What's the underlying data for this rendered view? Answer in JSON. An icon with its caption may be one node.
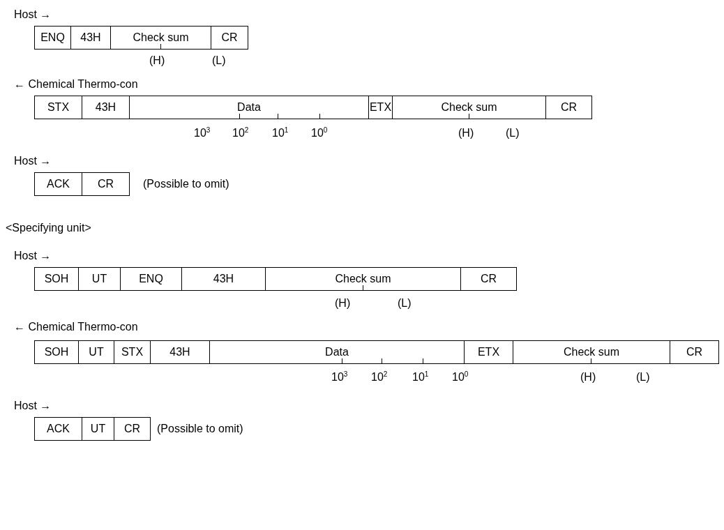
{
  "diagram": {
    "nodes": [
      {
        "text": [
          "ENQ"
        ]
      },
      {
        "text": [
          "43H"
        ]
      },
      {
        "text": [
          "Check sum"
        ]
      },
      {
        "text": [
          "CR"
        ]
      },
      {
        "text": [
          "STX"
        ]
      },
      {
        "text": [
          "43H"
        ]
      },
      {
        "text": [
          "Data"
        ]
      },
      {
        "text": [
          "ETX"
        ]
      },
      {
        "text": [
          "Check sum"
        ]
      },
      {
        "text": [
          "CR"
        ]
      },
      {
        "text": [
          "ACK"
        ]
      },
      {
        "text": [
          "CR"
        ]
      },
      {
        "text": [
          "SOH"
        ]
      },
      {
        "text": [
          "UT"
        ]
      },
      {
        "text": [
          "ENQ"
        ]
      },
      {
        "text": [
          "43H"
        ]
      },
      {
        "text": [
          "Check sum"
        ]
      },
      {
        "text": [
          "CR"
        ]
      },
      {
        "text": [
          "SOH"
        ]
      },
      {
        "text": [
          "UT"
        ]
      },
      {
        "text": [
          "STX"
        ]
      },
      {
        "text": [
          "43H"
        ]
      },
      {
        "text": [
          "Data"
        ]
      },
      {
        "text": [
          "ETX"
        ]
      },
      {
        "text": [
          "Check sum"
        ]
      },
      {
        "text": [
          "CR"
        ]
      },
      {
        "text": [
          "ACK"
        ]
      },
      {
        "text": [
          "UT"
        ]
      },
      {
        "text": [
          "CR"
        ]
      }
    ],
    "labels": [
      "Host →",
      "(H)",
      "(L)",
      "← Chemical Thermo-con",
      "10$^{3}$",
      "10$^{2}$",
      "10$^{1}$",
      "10$^{0}$",
      "(H)",
      "(L)",
      "Host →",
      "(Possible to omit)",
      "<Specifying unit>",
      "Host →",
      "(H)",
      "(L)",
      "← Chemical Thermo-con",
      "10$^{3}$",
      "10$^{2}$",
      "10$^{1}$",
      "10$^{0}$",
      "(H)",
      "(L)",
      "Host →",
      "(Possible to omit)"
    ]
  }
}
